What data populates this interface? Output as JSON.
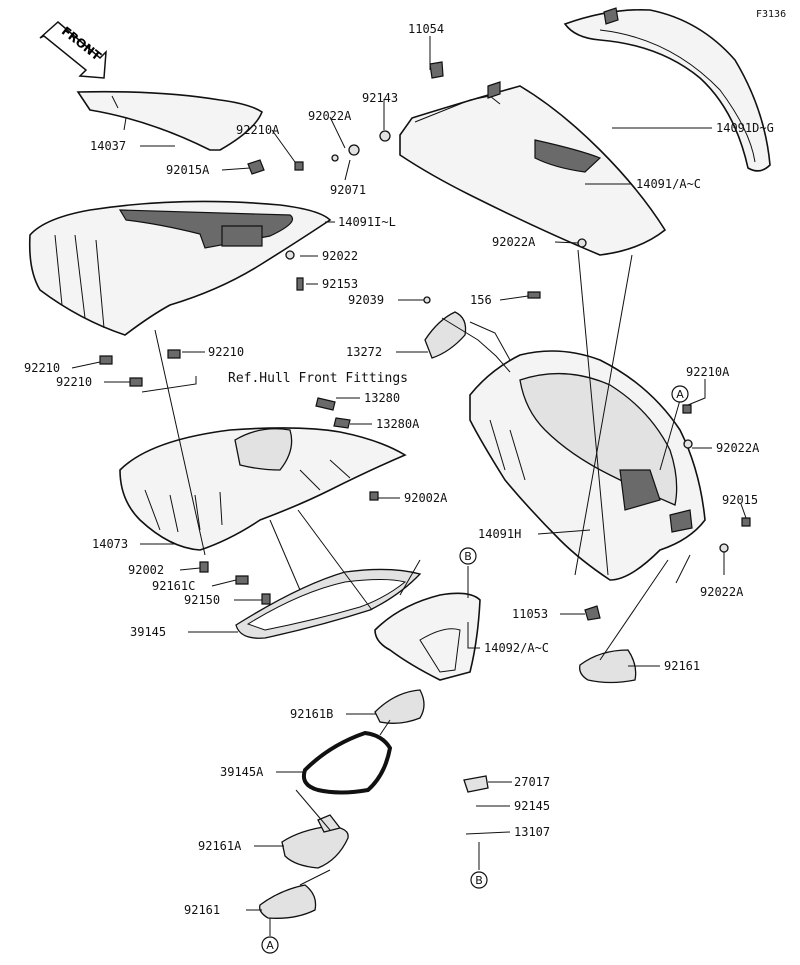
{
  "figure_id": "F3136",
  "front_label": "FRONT",
  "reference_note": "Ref.Hull Front Fittings",
  "callouts": [
    "A",
    "B",
    "B",
    "A"
  ],
  "part_labels": [
    "11054",
    "92143",
    "92022A",
    "92210A",
    "14037",
    "92015A",
    "92071",
    "14091D~G",
    "14091/A~C",
    "14091I~L",
    "92022",
    "92153",
    "92022A",
    "156",
    "92039",
    "13272",
    "92210",
    "92210",
    "92210",
    "92210A",
    "13280",
    "13280A",
    "92022A",
    "92015",
    "92002A",
    "14091H",
    "14073",
    "92002",
    "92161C",
    "92150",
    "39145",
    "92022A",
    "11053",
    "14092/A~C",
    "92161",
    "92161B",
    "39145A",
    "27017",
    "92145",
    "13107",
    "92161A",
    "92161"
  ]
}
